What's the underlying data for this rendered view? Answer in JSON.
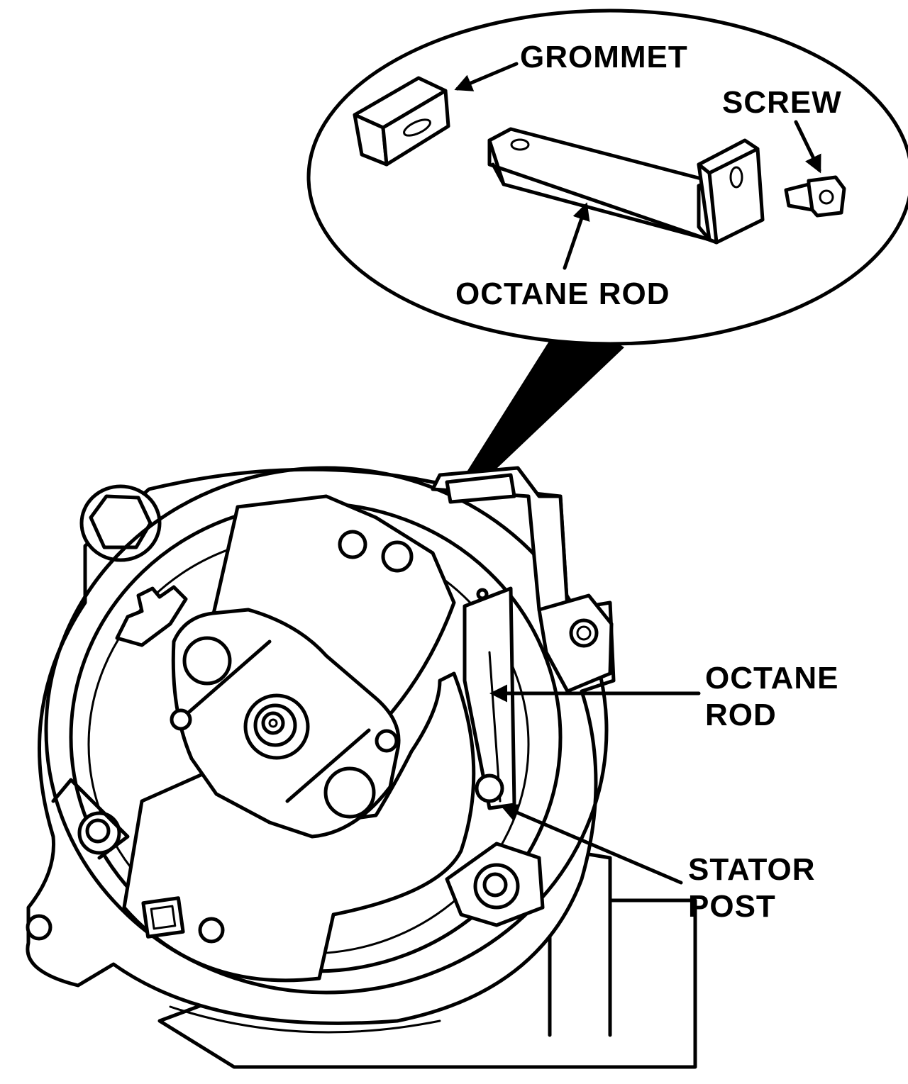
{
  "labels": {
    "grommet": "GROMMET",
    "screw": "SCREW",
    "octane_rod_inset": "OCTANE ROD",
    "octane_rod_main_line1": "OCTANE",
    "octane_rod_main_line2": "ROD",
    "stator_post_line1": "STATOR",
    "stator_post_line2": "POST"
  },
  "colors": {
    "ink": "#000000",
    "paper": "#ffffff"
  }
}
